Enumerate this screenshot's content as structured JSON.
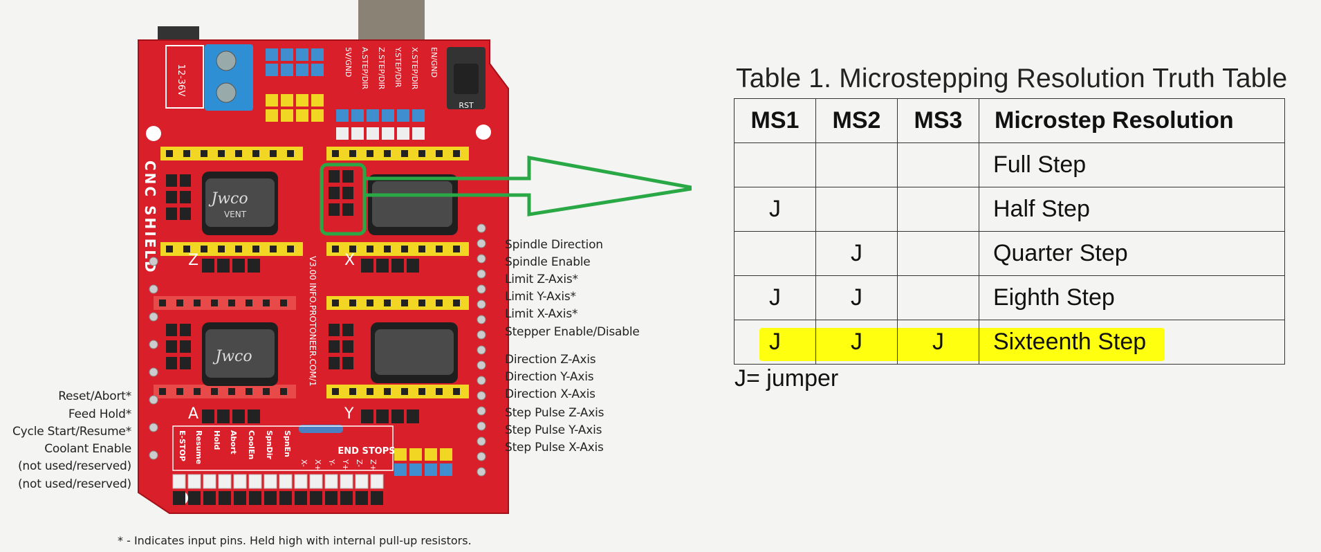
{
  "board": {
    "shield_name": "CNC SHIELD",
    "voltage_label": "12-36V",
    "rst_label": "RST",
    "end_stops_label": "END STOPS",
    "version_label": "V3.00 INFO.PROTONEER.COM/1",
    "axis_labels": [
      "Z",
      "X",
      "A",
      "Y"
    ],
    "top_pin_labels": [
      "EN/GND",
      "X.STEP/DIR",
      "Y.STEP/DIR",
      "Z.STEP/DIR",
      "A.STEP/DIR",
      "5V/GND"
    ],
    "bottom_pin_labels": [
      "E-STOP",
      "Resume",
      "Hold",
      "Abort",
      "CoolEn",
      "SpnDir",
      "SpnEn"
    ],
    "endstop_pin_labels": [
      "X-",
      "X+",
      "Y-",
      "Y+",
      "Z-",
      "Z+"
    ],
    "cap_brand": "Jwco",
    "cap_vent": "VENT"
  },
  "right_pin_labels": [
    "Spindle Direction",
    "Spindle Enable",
    "Limit Z-Axis*",
    "Limit Y-Axis*",
    "Limit X-Axis*",
    "Stepper Enable/Disable",
    "Direction Z-Axis",
    "Direction Y-Axis",
    "Direction X-Axis",
    "Step Pulse Z-Axis",
    "Step Pulse Y-Axis",
    "Step Pulse X-Axis"
  ],
  "left_pin_labels": [
    "Reset/Abort*",
    "Feed Hold*",
    "Cycle Start/Resume*",
    "Coolant Enable",
    "(not used/reserved)",
    "(not used/reserved)"
  ],
  "footnote": "* - Indicates input pins. Held high with internal pull-up resistors.",
  "table": {
    "title": "Table 1. Microstepping Resolution Truth Table",
    "headers": [
      "MS1",
      "MS2",
      "MS3",
      "Microstep Resolution"
    ],
    "rows": [
      {
        "ms1": "",
        "ms2": "",
        "ms3": "",
        "resolution": "Full Step"
      },
      {
        "ms1": "J",
        "ms2": "",
        "ms3": "",
        "resolution": "Half Step"
      },
      {
        "ms1": "",
        "ms2": "J",
        "ms3": "",
        "resolution": "Quarter Step"
      },
      {
        "ms1": "J",
        "ms2": "J",
        "ms3": "",
        "resolution": "Eighth Step"
      },
      {
        "ms1": "J",
        "ms2": "J",
        "ms3": "J",
        "resolution": "Sixteenth Step"
      }
    ],
    "highlighted_row": "Sixteenth Step",
    "note": "J= jumper"
  },
  "colors": {
    "board_red": "#d9202a",
    "header_yellow": "#f2d624",
    "pin_blue": "#3f8fd0",
    "arrow_green": "#2aa845",
    "highlight_yellow": "#ffff10"
  }
}
